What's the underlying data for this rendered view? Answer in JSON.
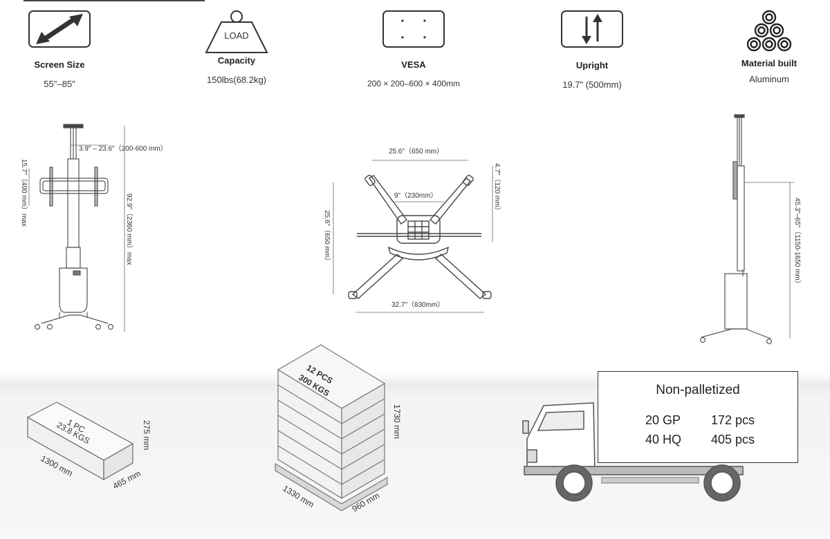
{
  "specs": [
    {
      "label": "Screen Size",
      "value": "55\"–85\"",
      "icon": "diagonal-arrow-icon"
    },
    {
      "label": "Capacity",
      "value": "150lbs(68.2kg)",
      "icon": "weight-icon",
      "icon_text": "LOAD"
    },
    {
      "label": "VESA",
      "value": "200 × 200–600 × 400mm",
      "icon": "vesa-pattern-icon"
    },
    {
      "label": "Upright",
      "value": "19.7\" (500mm)",
      "icon": "up-down-arrows-icon"
    },
    {
      "label": "Material built",
      "value": "Aluminum",
      "icon": "material-rolls-icon"
    }
  ],
  "front_view": {
    "width_dim": "3.9\" – 23.6\"（200-600 mm）",
    "height_dim": "15.7\"（400 mm）max",
    "total_height": "92.9\"（2360 mm）max"
  },
  "top_view": {
    "arm_span": "25.6\"（650 mm）",
    "side_dim": "4.7\"（120 mm）",
    "inner_width": "9\"（230mm）",
    "depth": "25.6\"（650 mm）",
    "base_width": "32.7\"（830mm）"
  },
  "side_view": {
    "height_range": "45.3\"–65\"（1150-1650 mm）"
  },
  "single_box": {
    "label_line1": "1 PC",
    "label_line2": "23.8 KGS",
    "length": "1300 mm",
    "width": "465 mm",
    "height": "275 mm"
  },
  "pallet": {
    "label_line1": "12 PCS",
    "label_line2": "300 KGS",
    "length": "1330 mm",
    "width": "960 mm",
    "height": "1730 mm"
  },
  "shipping": {
    "title": "Non-palletized",
    "rows": [
      {
        "container": "20 GP",
        "qty": "172 pcs"
      },
      {
        "container": "40 HQ",
        "qty": "405 pcs"
      }
    ]
  }
}
